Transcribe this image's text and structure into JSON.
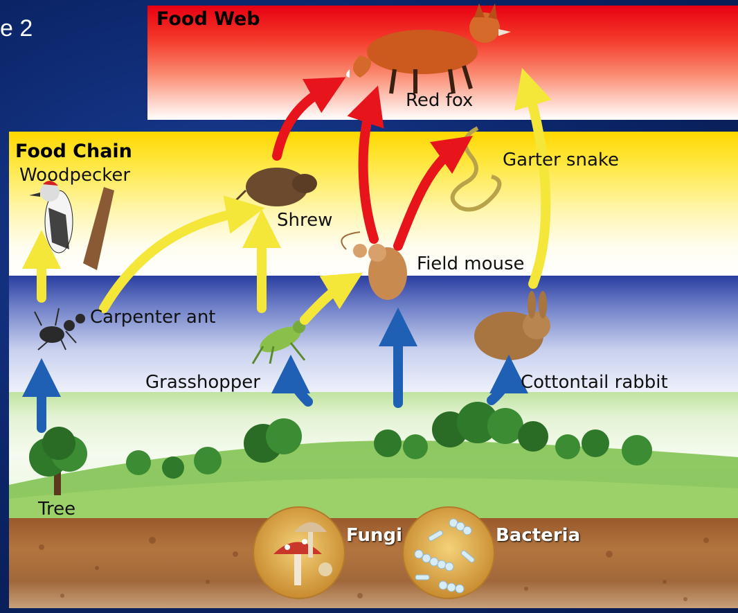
{
  "slide_number_text": "e 2",
  "titles": {
    "food_web": "Food Web",
    "food_chain": "Food Chain"
  },
  "organisms": {
    "red_fox": "Red fox",
    "garter_snake": "Garter snake",
    "woodpecker": "Woodpecker",
    "shrew": "Shrew",
    "field_mouse": "Field mouse",
    "carpenter_ant": "Carpenter ant",
    "grasshopper": "Grasshopper",
    "cottontail_rabbit": "Cottontail rabbit",
    "tree": "Tree",
    "fungi": "Fungi",
    "bacteria": "Bacteria"
  },
  "colors": {
    "red_arrow": "#e8141b",
    "yellow_arrow": "#f5e63a",
    "blue_arrow": "#1f5fb4"
  }
}
